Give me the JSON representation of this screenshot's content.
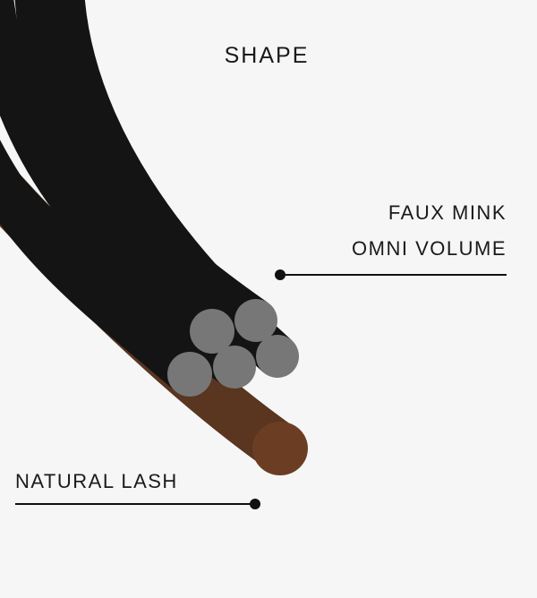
{
  "title": "SHAPE",
  "labels": {
    "product_line1": "FAUX MINK",
    "product_line2": "OMNI VOLUME",
    "natural": "NATURAL LASH"
  },
  "colors": {
    "background": "#f6f6f6",
    "fiber": "#121212",
    "fiber_end": "#7a7a7a",
    "natural_lash": "#5b3520",
    "line": "#111111"
  }
}
